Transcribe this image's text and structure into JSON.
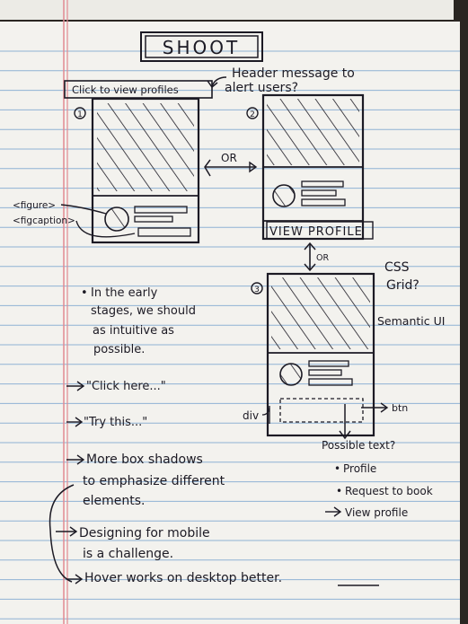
{
  "sketch": {
    "title": "SHOOT",
    "header_note": [
      "Header message to",
      "alert users?"
    ],
    "banner_text": "Click to view profiles",
    "wireframe_1": {
      "number": "1",
      "figure_tag": "<figure>",
      "figcaption_tag": "<figcaption>"
    },
    "or_1": "OR",
    "wireframe_2": {
      "number": "2",
      "button_label": "VIEW PROFILE"
    },
    "or_2": "OR",
    "wireframe_3": {
      "number": "3",
      "div_label": "div",
      "btn_label": "btn"
    },
    "side_notes": {
      "css_grid": [
        "CSS",
        "Grid?"
      ],
      "semantic_ui": "Semantic UI"
    },
    "possible_text": {
      "heading": "Possible text?",
      "items": [
        "Profile",
        "Request to book",
        "View profile"
      ]
    },
    "notes": {
      "early_stages": [
        "In the early",
        "stages, we should",
        "as intuitive as",
        "possible."
      ],
      "click_here": "\"Click here...\"",
      "try_this": "\"Try this...\"",
      "box_shadows": [
        "More box shadows",
        "to emphasize different",
        "elements."
      ],
      "mobile": [
        "Designing for mobile",
        "is a challenge."
      ],
      "hover": "Hover works on desktop better."
    }
  },
  "colors": {
    "paper": "#f3f2ee",
    "rule_line": "#8fb2d4",
    "margin_line": "#e28a92",
    "ink": "#1c1a24"
  }
}
